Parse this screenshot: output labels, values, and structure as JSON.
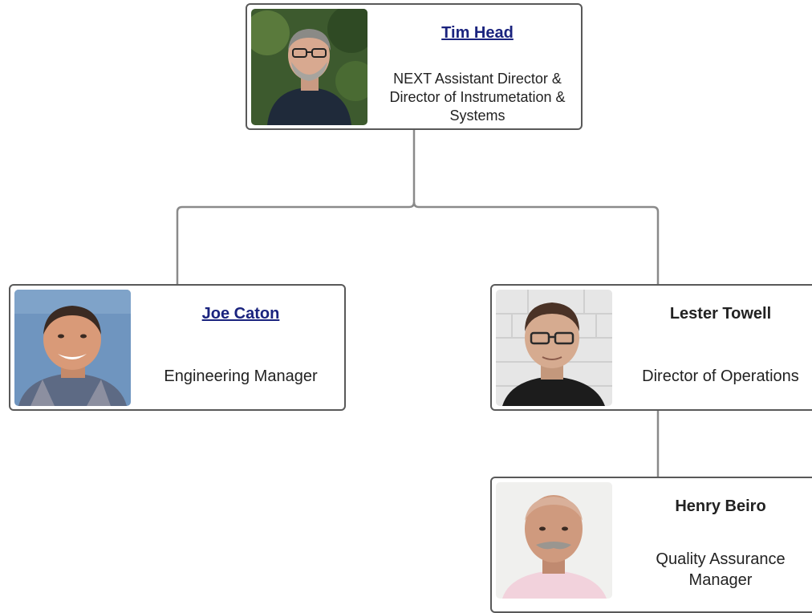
{
  "people": {
    "tim": {
      "name": "Tim Head",
      "title": "NEXT Assistant Director & Director of Instrumetation & Systems",
      "photo_icon": "person-photo"
    },
    "joe": {
      "name": "Joe Caton",
      "title": "Engineering Manager",
      "photo_icon": "person-photo"
    },
    "lester": {
      "name": "Lester Towell",
      "title": "Director of Operations",
      "photo_icon": "person-photo"
    },
    "henry": {
      "name": "Henry Beiro",
      "title": "Quality Assurance Manager",
      "photo_icon": "person-photo"
    }
  },
  "colors": {
    "border": "#595959",
    "connector": "#8a8a8a",
    "link": "#1a237e",
    "text": "#222222"
  }
}
